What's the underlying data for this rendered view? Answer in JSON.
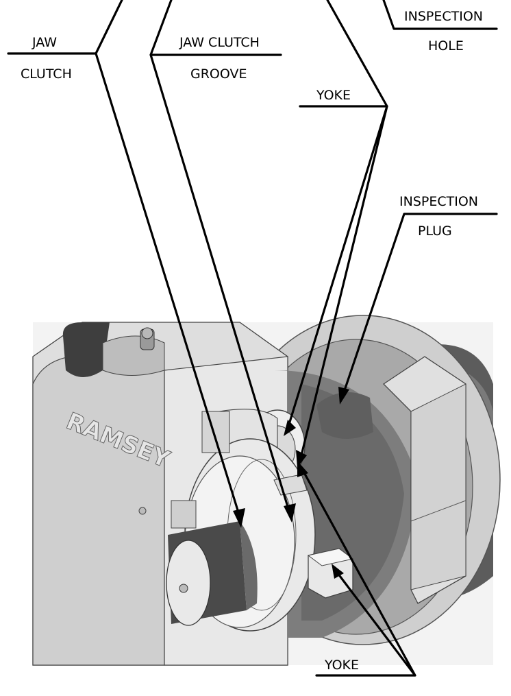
{
  "labels": {
    "jaw_clutch": [
      "JAW",
      "CLUTCH"
    ],
    "jaw_clutch_groove": [
      "JAW CLUTCH",
      "GROOVE"
    ],
    "inspection_hole": [
      "INSPECTION",
      "HOLE"
    ],
    "yoke_top": "YOKE",
    "inspection_plug": [
      "INSPECTION",
      "PLUG"
    ],
    "yoke_bottom": "YOKE",
    "brand_text": "RAMSEY"
  },
  "colors": {
    "ink": "#000000",
    "housing_light": "#e2e2e2",
    "housing_mid": "#bdbdbd",
    "drum_dark": "#5a5a5a",
    "background": "#f2f2f2"
  }
}
